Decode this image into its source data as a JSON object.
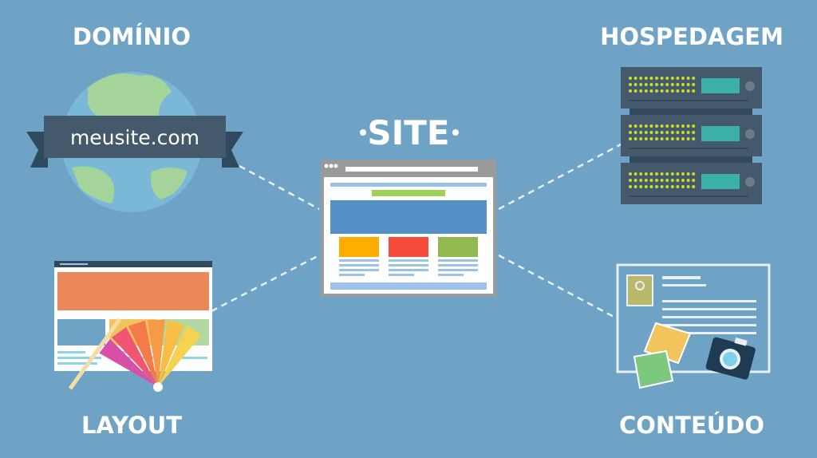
{
  "labels": {
    "domain": "DOMÍNIO",
    "hosting": "HOSPEDAGEM",
    "site": "SITE",
    "layout": "LAYOUT",
    "content": "CONTEÚDO"
  },
  "domain_banner": "meusite.com",
  "colors": {
    "background": "#6fa3c6",
    "server": "#44596b",
    "server_led": "#c8dc2a",
    "server_screen": "#3ab0a6",
    "site_hero": "#5590c8",
    "site_orange": "#ffae00",
    "site_red": "#f44b3a",
    "site_green": "#92b850",
    "layout_header": "#ec875a"
  }
}
